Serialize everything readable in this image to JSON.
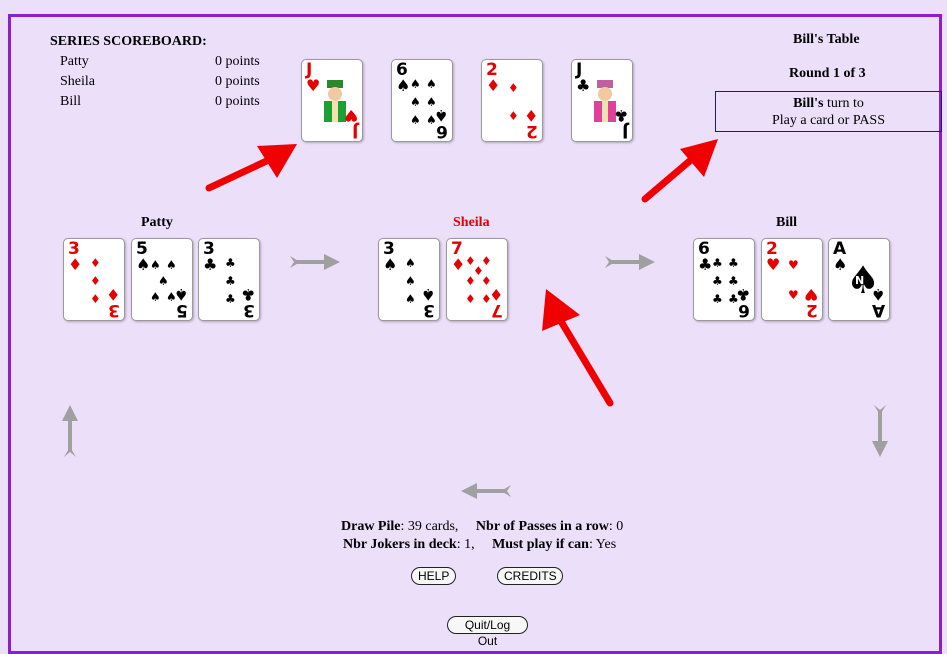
{
  "scoreboard": {
    "title": "SERIES SCOREBOARD:",
    "players": [
      {
        "name": "Patty",
        "score": "0 points"
      },
      {
        "name": "Sheila",
        "score": "0 points"
      },
      {
        "name": "Bill",
        "score": "0 points"
      }
    ]
  },
  "table": {
    "title": "Bill's Table",
    "round": "Round 1 of 3",
    "turn_player": "Bill's",
    "turn_text": " turn to",
    "turn_action": "Play a card or PASS"
  },
  "players": {
    "left": {
      "name": "Patty"
    },
    "center": {
      "name": "Sheila"
    },
    "right": {
      "name": "Bill"
    }
  },
  "top_cards": [
    {
      "rank": "J",
      "suit": "♥"
    },
    {
      "rank": "6",
      "suit": "♠"
    },
    {
      "rank": "2",
      "suit": "♦"
    },
    {
      "rank": "J",
      "suit": "♣"
    }
  ],
  "hands": {
    "patty": [
      {
        "rank": "3",
        "suit": "♦"
      },
      {
        "rank": "5",
        "suit": "♠"
      },
      {
        "rank": "3",
        "suit": "♣"
      }
    ],
    "sheila": [
      {
        "rank": "3",
        "suit": "♠"
      },
      {
        "rank": "7",
        "suit": "♦"
      }
    ],
    "bill": [
      {
        "rank": "6",
        "suit": "♣"
      },
      {
        "rank": "2",
        "suit": "♥"
      },
      {
        "rank": "A",
        "suit": "♠"
      }
    ]
  },
  "status": {
    "draw_pile_label": "Draw Pile",
    "draw_pile_value": ": 39 cards,",
    "passes_label": "Nbr of Passes in a row",
    "passes_value": ": 0",
    "jokers_label": "Nbr Jokers in deck",
    "jokers_value": ": 1,",
    "must_play_label": "Must play if can",
    "must_play_value": ": Yes"
  },
  "buttons": {
    "help": "HELP",
    "credits": "CREDITS",
    "quit": "Quit/Log Out"
  },
  "colors": {
    "background": "#ecdffa",
    "frame_border": "#8b1fd0",
    "turn_box_border": "#1a1a8c",
    "active_player": "#e60000",
    "annotation_arrow": "#f00000",
    "direction_arrow": "#a0a0a0"
  },
  "icons": {
    "ace_center_letter": "N"
  }
}
